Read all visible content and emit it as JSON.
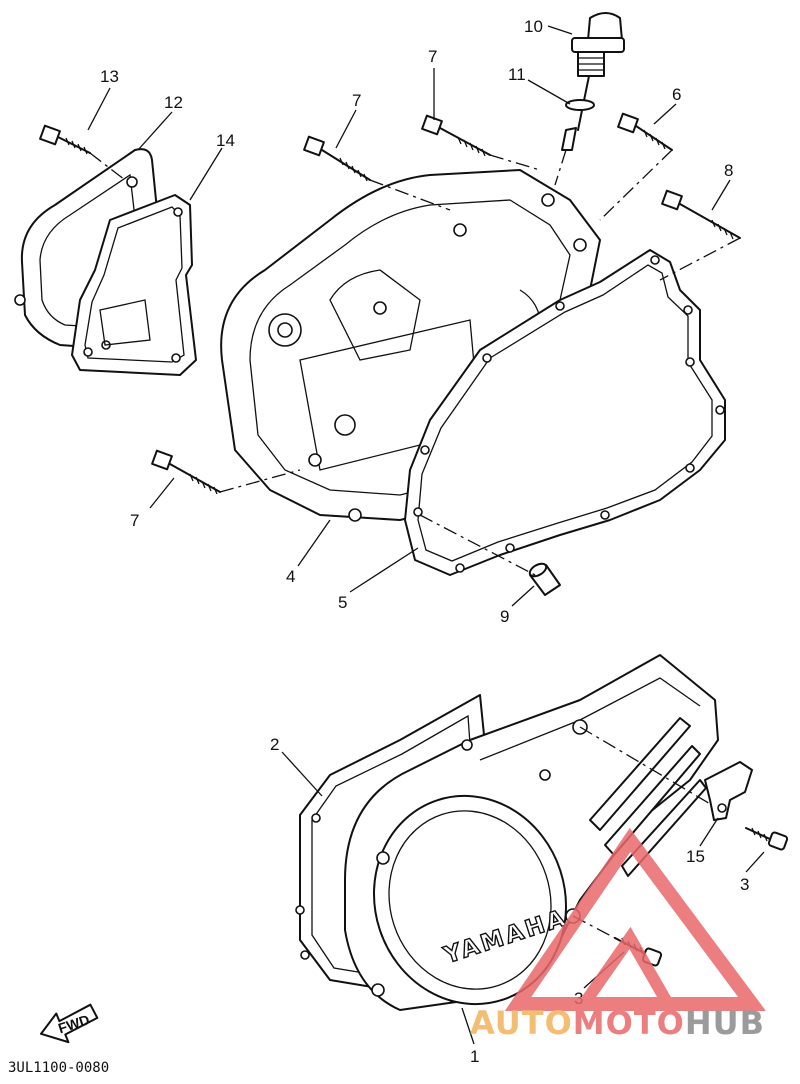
{
  "diagram": {
    "part_code": "3UL1100-0080",
    "fwd_label": "FWD",
    "cover_brand": "YAMAHA",
    "callouts": [
      {
        "id": "c1",
        "label": "1"
      },
      {
        "id": "c2",
        "label": "2"
      },
      {
        "id": "c3a",
        "label": "3"
      },
      {
        "id": "c3b",
        "label": "3"
      },
      {
        "id": "c4",
        "label": "4"
      },
      {
        "id": "c5",
        "label": "5"
      },
      {
        "id": "c6",
        "label": "6"
      },
      {
        "id": "c7a",
        "label": "7"
      },
      {
        "id": "c7b",
        "label": "7"
      },
      {
        "id": "c7c",
        "label": "7"
      },
      {
        "id": "c8",
        "label": "8"
      },
      {
        "id": "c9",
        "label": "9"
      },
      {
        "id": "c10",
        "label": "10"
      },
      {
        "id": "c11",
        "label": "11"
      },
      {
        "id": "c12",
        "label": "12"
      },
      {
        "id": "c13",
        "label": "13"
      },
      {
        "id": "c14",
        "label": "14"
      },
      {
        "id": "c15",
        "label": "15"
      }
    ]
  },
  "watermark": {
    "part1": "AUTO",
    "part2": "MOTO",
    "part3": "HUB",
    "colors": {
      "auto": "#f2b25c",
      "moto": "#e9686b",
      "hub": "#8a8a8a",
      "logo": "#e9686b"
    }
  }
}
